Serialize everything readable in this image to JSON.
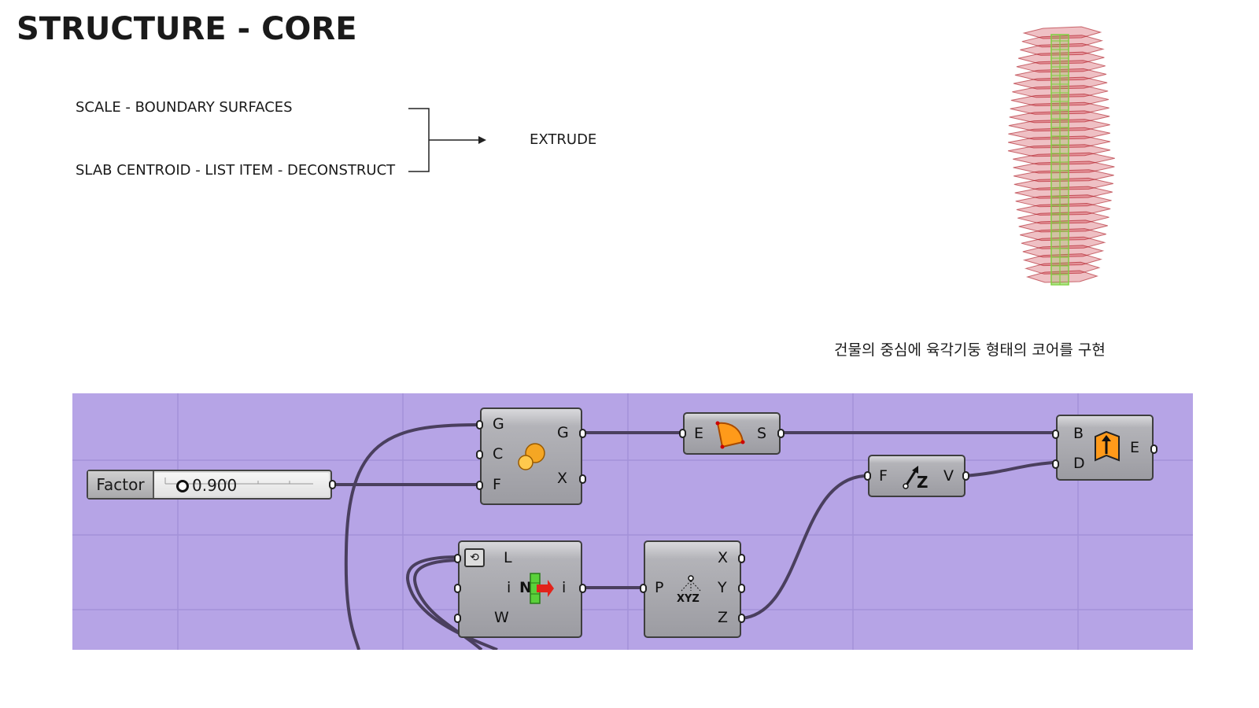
{
  "title": "STRUCTURE - CORE",
  "steps": {
    "step1": "SCALE - BOUNDARY SURFACES",
    "step2": "SLAB CENTROID - LIST ITEM - DECONSTRUCT",
    "result": "EXTRUDE"
  },
  "description": "건물의 중심에 육각기둥 형태의 코어를 구현",
  "colors": {
    "canvas": "#b6a4e6",
    "wire": "#4a3f5e",
    "tower": "#c41e2a",
    "core": "#6fcf3a"
  },
  "slider": {
    "label": "Factor",
    "value": "0.900"
  },
  "components": {
    "scale": {
      "icon": "scale-icon",
      "inputs": [
        "G",
        "C",
        "F"
      ],
      "outputs": [
        "G",
        "X"
      ]
    },
    "boundary": {
      "icon": "boundary-surface-icon",
      "inputs": [
        "E"
      ],
      "outputs": [
        "S"
      ]
    },
    "unitz": {
      "icon": "unit-z-icon",
      "inputs": [
        "F"
      ],
      "outputs": [
        "V"
      ]
    },
    "extrude": {
      "icon": "extrude-icon",
      "inputs": [
        "B",
        "D"
      ],
      "outputs": [
        "E"
      ]
    },
    "listitem": {
      "icon": "list-item-icon",
      "inputs": [
        "L",
        "i",
        "W"
      ],
      "outputs": [
        "i"
      ],
      "middle": "N"
    },
    "deconstruct": {
      "icon": "deconstruct-point-icon",
      "icon_text": "XYZ",
      "inputs": [
        "P"
      ],
      "outputs": [
        "X",
        "Y",
        "Z"
      ]
    }
  }
}
